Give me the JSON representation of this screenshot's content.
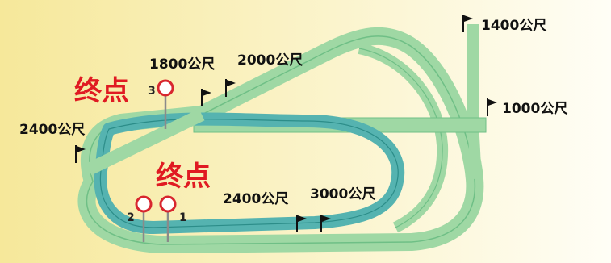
{
  "finish_labels": {
    "upper": "终点",
    "lower": "终点"
  },
  "distance_labels": {
    "d1400": "1400公尺",
    "d1000": "1000公尺",
    "d1800": "1800公尺",
    "d2000": "2000公尺",
    "d2400_left": "2400公尺",
    "d2400_bottom": "2400公尺",
    "d3000": "3000公尺"
  },
  "post_numbers": {
    "p1": "1",
    "p2": "2",
    "p3": "3"
  },
  "colors": {
    "background_from": "#f6e89a",
    "background_to": "#fffef6",
    "track_green": "#9fd8a4",
    "track_green_dark": "#6fbf86",
    "track_teal": "#55b3b0",
    "track_teal_dark": "#2c8d89",
    "finish_red": "#e01a22",
    "post_ring": "#d8262e"
  }
}
